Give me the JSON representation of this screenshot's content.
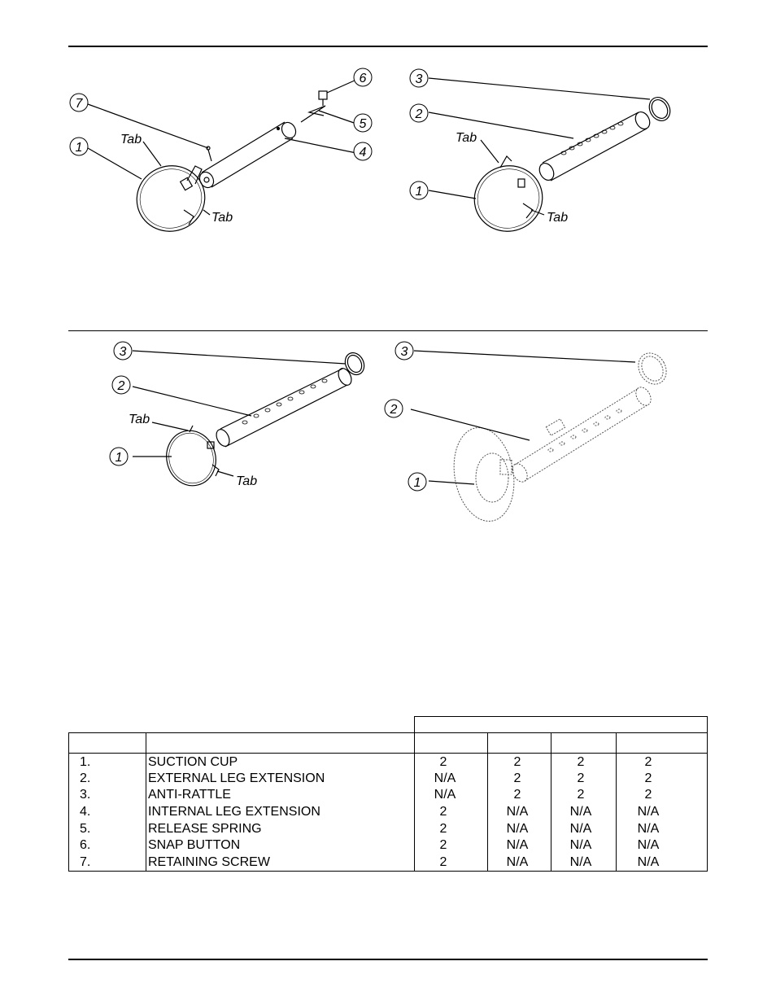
{
  "figures": {
    "fig1": {
      "callouts": [
        "1",
        "4",
        "5",
        "6",
        "7"
      ],
      "labels": {
        "tab_top": "Tab",
        "tab_bottom": "Tab"
      }
    },
    "fig2": {
      "callouts": [
        "1",
        "2",
        "3"
      ],
      "labels": {
        "tab_top": "Tab",
        "tab_bottom": "Tab"
      }
    },
    "fig3": {
      "callouts": [
        "1",
        "2",
        "3"
      ],
      "labels": {
        "tab_top": "Tab",
        "tab_bottom": "Tab"
      }
    },
    "fig4": {
      "callouts": [
        "1",
        "2",
        "3"
      ]
    }
  },
  "parts_table": {
    "rows": [
      {
        "num": "1.",
        "desc": "SUCTION CUP",
        "q": [
          "2",
          "2",
          "2",
          "2"
        ]
      },
      {
        "num": "2.",
        "desc": "EXTERNAL LEG EXTENSION",
        "q": [
          "N/A",
          "2",
          "2",
          "2"
        ]
      },
      {
        "num": "3.",
        "desc": "ANTI-RATTLE",
        "q": [
          "N/A",
          "2",
          "2",
          "2"
        ]
      },
      {
        "num": "4.",
        "desc": "INTERNAL LEG EXTENSION",
        "q": [
          "2",
          "N/A",
          "N/A",
          "N/A"
        ]
      },
      {
        "num": "5.",
        "desc": "RELEASE SPRING",
        "q": [
          "2",
          "N/A",
          "N/A",
          "N/A"
        ]
      },
      {
        "num": "6.",
        "desc": "SNAP BUTTON",
        "q": [
          "2",
          "N/A",
          "N/A",
          "N/A"
        ]
      },
      {
        "num": "7.",
        "desc": "RETAINING SCREW",
        "q": [
          "2",
          "N/A",
          "N/A",
          "N/A"
        ]
      }
    ]
  }
}
